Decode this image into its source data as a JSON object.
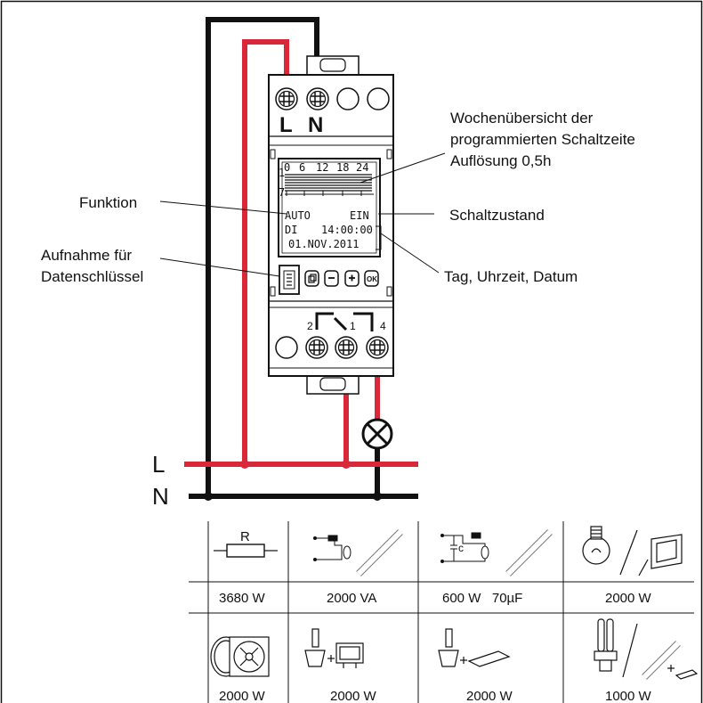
{
  "colors": {
    "live": "#d9283a",
    "neutral": "#111111",
    "lcd_bg": "#ffffff"
  },
  "terminals": {
    "top_l": "L",
    "top_n": "N",
    "relay_2": "2",
    "relay_1": "1",
    "relay_4": "4"
  },
  "bus": {
    "l": "L",
    "n": "N"
  },
  "lcd": {
    "scale": [
      "0",
      "6",
      "12",
      "18",
      "24"
    ],
    "days_top": "1",
    "days_bottom": "7",
    "row1_left": "AUTO",
    "row1_right": "EIN",
    "row2_day": "DI",
    "row2_time": "14:00:00",
    "row3_date": "01.NOV.2011"
  },
  "buttons": [
    "menu-icon",
    "minus-icon",
    "plus-icon",
    "ok-icon"
  ],
  "ok_label": "OK",
  "labels": {
    "overview_1": "Wochenübersicht der",
    "overview_2": "programmierten Schaltzeite",
    "overview_3": "Auflösung 0,5h",
    "funktion": "Funktion",
    "schaltzustand": "Schaltzustand",
    "key_1": "Aufnahme für",
    "key_2": "Datenschlüssel",
    "tag": "Tag, Uhrzeit, Datum"
  },
  "loads": {
    "r_symbol": "R",
    "c_symbol": "c",
    "row1": [
      "3680 W",
      "2000 VA",
      "600 W   70µF",
      "2000 W"
    ],
    "row2": [
      "2000 W",
      "2000 W",
      "2000 W",
      "1000 W"
    ],
    "row1_icons": [
      "resistor-icon",
      "fluorescent-uncompensated-icon",
      "fluorescent-parallel-compensated-icon",
      "incandescent-halogen-icon"
    ],
    "row2_icons": [
      "fan-motor-icon",
      "low-voltage-halogen-transformer-icon",
      "low-voltage-halogen-electronic-icon",
      "compact-fluorescent-icon"
    ]
  }
}
